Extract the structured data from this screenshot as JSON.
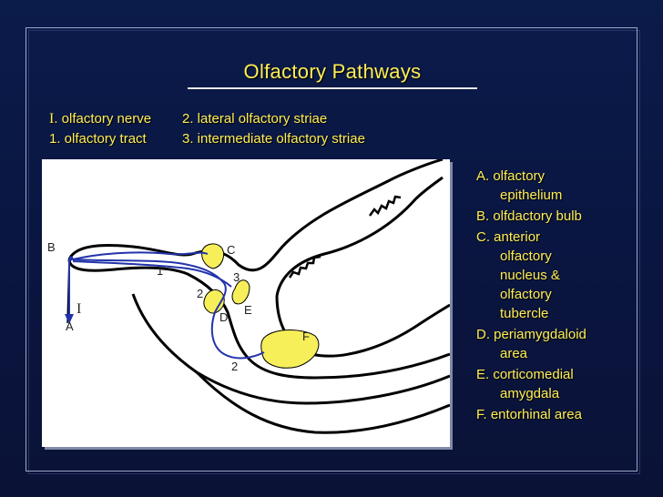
{
  "title": "Olfactory Pathways",
  "legend": {
    "row1_roman": "I",
    "row1_a": ". olfactory nerve",
    "row1_b": "2. lateral olfactory striae",
    "row2_a": "1. olfactory tract",
    "row2_b": "3. intermediate olfactory striae"
  },
  "diagram_labels": {
    "A": "A",
    "B": "B",
    "C": "C",
    "D": "D",
    "E": "E",
    "F": "F",
    "I": "I",
    "n1": "1",
    "n2a": "2",
    "n2b": "2",
    "n3": "3"
  },
  "side_list": [
    {
      "first": "A. olfactory",
      "rest": [
        "epithelium"
      ]
    },
    {
      "first": "B. olfdactory bulb",
      "rest": []
    },
    {
      "first": "C. anterior",
      "rest": [
        "olfactory",
        "nucleus &",
        "olfactory",
        "tubercle"
      ]
    },
    {
      "first": "D. periamygdaloid",
      "rest": [
        "area"
      ]
    },
    {
      "first": "E. corticomedial",
      "rest": [
        "amygdala"
      ]
    },
    {
      "first": "F. entorhinal area",
      "rest": []
    }
  ],
  "colors": {
    "text_accent": "#ffee55",
    "region_fill": "#f7ef5a",
    "pathway": "#2233aa"
  }
}
